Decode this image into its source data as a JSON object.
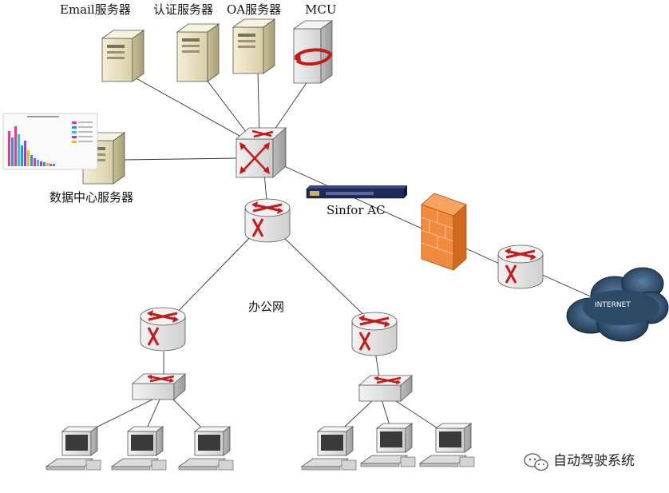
{
  "labels": {
    "email_server": "Email服务器",
    "auth_server": "认证服务器",
    "oa_server": "OA服务器",
    "mcu": "MCU",
    "data_center_server": "数据中心服务器",
    "sinfor_ac": "Sinfor AC",
    "office_network": "办公网",
    "internet": "INTERNET"
  },
  "watermark": "自动驾驶系统",
  "colors": {
    "server_body": "#eee6c8",
    "router_body": "#e0e0e0",
    "arrow_red": "#c41a1a",
    "firewall": "#f08a3c",
    "cloud": "#2c4a66",
    "ac_device": "#1e2a5a"
  },
  "icons": [
    "server-icon",
    "mcu-icon",
    "chart-icon",
    "core-switch-icon",
    "router-icon",
    "ac-device-icon",
    "firewall-icon",
    "cloud-icon",
    "access-switch-icon",
    "computer-icon",
    "wechat-icon"
  ]
}
